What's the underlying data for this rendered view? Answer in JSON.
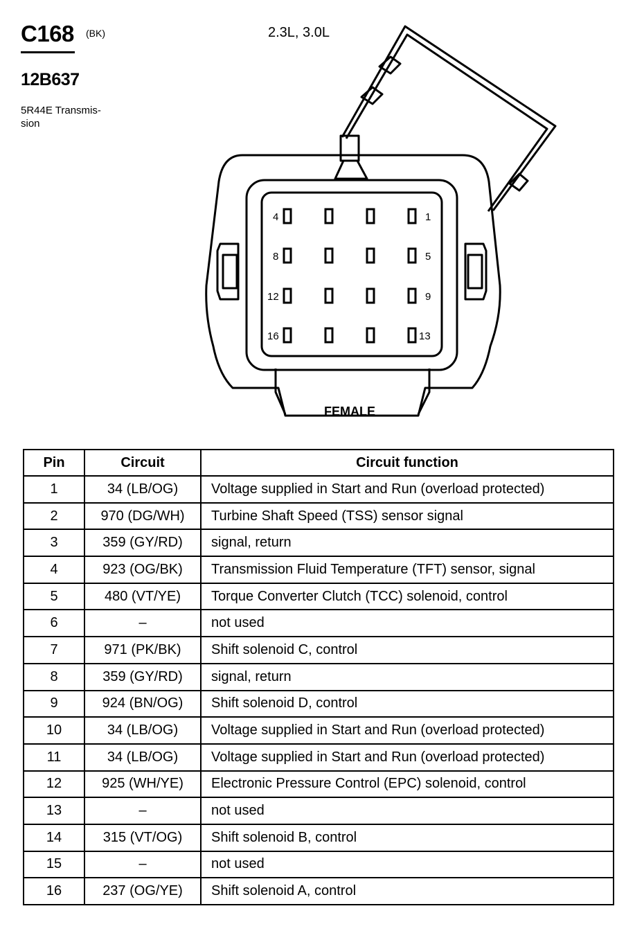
{
  "header": {
    "connector_code": "C168",
    "connector_color": "(BK)",
    "part_number": "12B637",
    "description": "5R44E Transmis-sion",
    "engine": "2.3L, 3.0L"
  },
  "diagram": {
    "gender_label": "FEMALE",
    "pin_labels": {
      "p4": "4",
      "p1": "1",
      "p8": "8",
      "p5": "5",
      "p12": "12",
      "p9": "9",
      "p16": "16",
      "p13": "13"
    }
  },
  "table": {
    "headers": {
      "pin": "Pin",
      "circuit": "Circuit",
      "function": "Circuit function"
    },
    "rows": [
      {
        "pin": "1",
        "circuit": "34 (LB/OG)",
        "function": "Voltage supplied in Start and Run (overload protected)"
      },
      {
        "pin": "2",
        "circuit": "970 (DG/WH)",
        "function": "Turbine Shaft Speed (TSS) sensor  signal"
      },
      {
        "pin": "3",
        "circuit": "359 (GY/RD)",
        "function": "signal, return"
      },
      {
        "pin": "4",
        "circuit": "923 (OG/BK)",
        "function": "Transmission Fluid Temperature (TFT) sensor, signal"
      },
      {
        "pin": "5",
        "circuit": "480 (VT/YE)",
        "function": "Torque Converter Clutch (TCC) solenoid, control"
      },
      {
        "pin": "6",
        "circuit": "–",
        "function": "not used"
      },
      {
        "pin": "7",
        "circuit": "971 (PK/BK)",
        "function": "Shift solenoid C, control"
      },
      {
        "pin": "8",
        "circuit": "359 (GY/RD)",
        "function": "signal, return"
      },
      {
        "pin": "9",
        "circuit": "924 (BN/OG)",
        "function": "Shift solenoid D, control"
      },
      {
        "pin": "10",
        "circuit": "34 (LB/OG)",
        "function": "Voltage supplied in Start and Run (overload protected)"
      },
      {
        "pin": "11",
        "circuit": "34 (LB/OG)",
        "function": "Voltage supplied in Start and Run (overload protected)"
      },
      {
        "pin": "12",
        "circuit": "925 (WH/YE)",
        "function": "Electronic Pressure Control (EPC) solenoid, control"
      },
      {
        "pin": "13",
        "circuit": "–",
        "function": "not used"
      },
      {
        "pin": "14",
        "circuit": "315 (VT/OG)",
        "function": "Shift solenoid B, control"
      },
      {
        "pin": "15",
        "circuit": "–",
        "function": "not used"
      },
      {
        "pin": "16",
        "circuit": "237 (OG/YE)",
        "function": "Shift solenoid A, control"
      }
    ]
  }
}
